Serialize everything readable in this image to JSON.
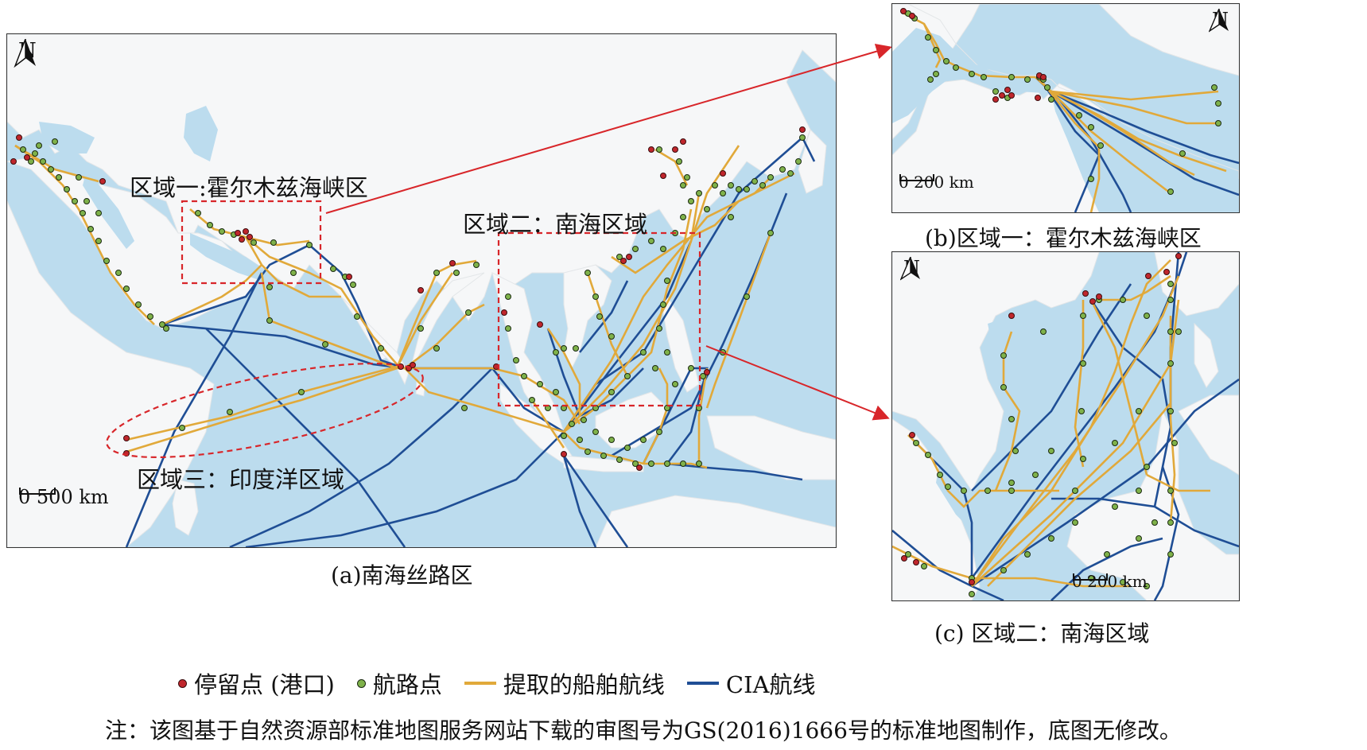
{
  "colors": {
    "sea": "#bcdcee",
    "land": "#f6f7f8",
    "stop_point": "#c0262c",
    "route_point": "#7fb24a",
    "extracted_route": "#e1a93a",
    "cia_route": "#1f4e95",
    "highlight_box": "#d8262a"
  },
  "panel_a": {
    "caption": "(a)南海丝路区",
    "north_label": "N",
    "scale_label": "0 500 km",
    "regions": {
      "one": "区域一:霍尔木兹海峡区",
      "two": "区域二：南海区域",
      "three": "区域三：印度洋区域"
    }
  },
  "panel_b": {
    "caption": "(b)区域一：霍尔木兹海峡区",
    "north_label": "N",
    "scale_label": "0  200 km"
  },
  "panel_c": {
    "caption": "(c) 区域二：南海区域",
    "north_label": "N",
    "scale_label": "0  200 km"
  },
  "legend": {
    "stop_point": "停留点 (港口)",
    "route_point": "航路点",
    "extracted_route": "提取的船舶航线",
    "cia_route": "CIA航线"
  },
  "note": "注：该图基于自然资源部标准地图服务网站下载的审图号为GS(2016)1666号的标准地图制作，底图无修改。"
}
